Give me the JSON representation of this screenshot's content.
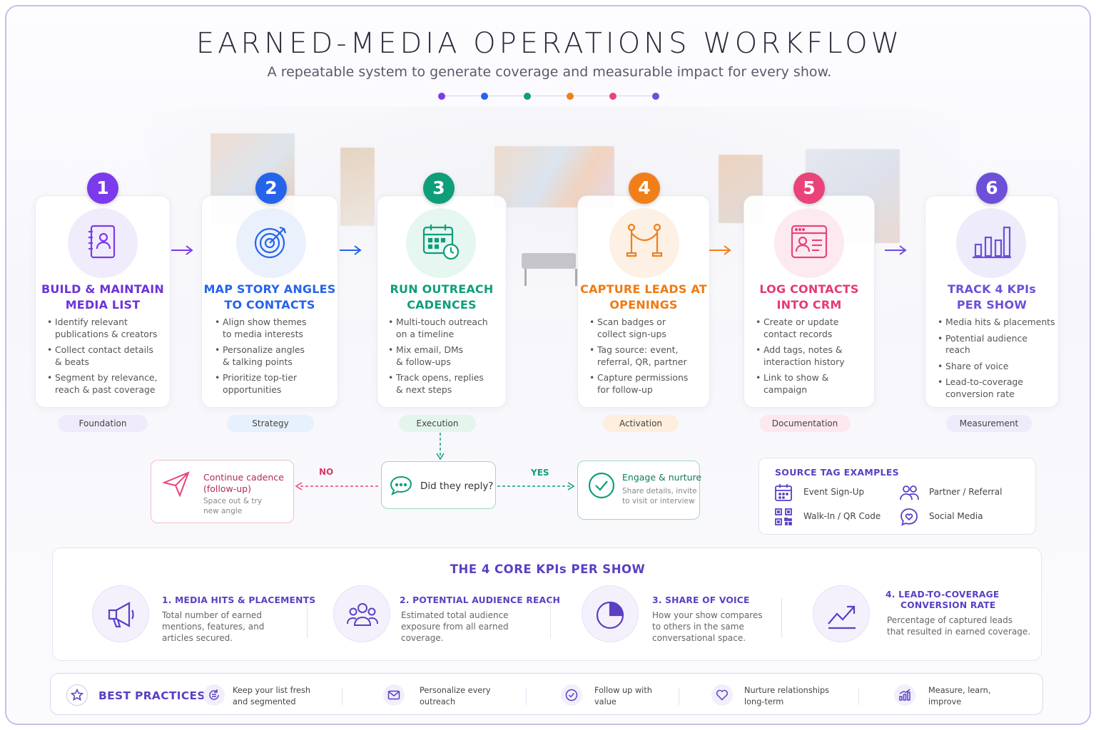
{
  "title": "EARNED-MEDIA OPERATIONS WORKFLOW",
  "subtitle": "A repeatable system to generate coverage and measurable impact for every show.",
  "colors": {
    "purple": "#7c3aed",
    "blue": "#2563eb",
    "green": "#0f9e7a",
    "orange": "#f07f1a",
    "pink": "#e9437a",
    "violet": "#6d4fd8"
  },
  "steps": [
    {
      "number": "1",
      "title_line1": "BUILD & MAINTAIN",
      "title_line2": "MEDIA LIST",
      "icon": "contact-book-icon",
      "bullets": [
        [
          "Identify relevant",
          "publications & creators"
        ],
        [
          "Collect contact details",
          "& beats"
        ],
        [
          "Segment by relevance,",
          "reach & past coverage"
        ]
      ],
      "tag": "Foundation"
    },
    {
      "number": "2",
      "title_line1": "MAP STORY ANGLES",
      "title_line2": "TO CONTACTS",
      "icon": "target-icon",
      "bullets": [
        [
          "Align show themes",
          "to media interests"
        ],
        [
          "Personalize angles",
          "& talking points"
        ],
        [
          "Prioritize top-tier",
          "opportunities"
        ]
      ],
      "tag": "Strategy"
    },
    {
      "number": "3",
      "title_line1": "RUN OUTREACH",
      "title_line2": "CADENCES",
      "icon": "calendar-clock-icon",
      "bullets": [
        [
          "Multi-touch outreach",
          "on a timeline"
        ],
        [
          "Mix email, DMs",
          "& follow-ups"
        ],
        [
          "Track opens, replies",
          "& next steps"
        ]
      ],
      "tag": "Execution"
    },
    {
      "number": "4",
      "title_line1": "CAPTURE LEADS AT",
      "title_line2": "OPENINGS",
      "icon": "stanchion-rope-icon",
      "bullets": [
        [
          "Scan badges or",
          "collect sign-ups"
        ],
        [
          "Tag source: event,",
          "referral, QR, partner"
        ],
        [
          "Capture permissions",
          "for follow-up"
        ]
      ],
      "tag": "Activation"
    },
    {
      "number": "5",
      "title_line1": "LOG CONTACTS",
      "title_line2": "INTO CRM",
      "icon": "crm-window-icon",
      "bullets": [
        [
          "Create or update",
          "contact records"
        ],
        [
          "Add tags, notes &",
          "interaction history"
        ],
        [
          "Link to show &",
          "campaign"
        ]
      ],
      "tag": "Documentation"
    },
    {
      "number": "6",
      "title_line1": "TRACK 4 KPIs",
      "title_line2": "PER SHOW",
      "icon": "bar-chart-icon",
      "bullets": [
        [
          "Media hits & placements"
        ],
        [
          "Potential audience",
          "reach"
        ],
        [
          "Share of voice"
        ],
        [
          "Lead-to-coverage",
          "conversion rate"
        ]
      ],
      "tag": "Measurement"
    }
  ],
  "decision": {
    "question": "Did they reply?",
    "no_label": "NO",
    "yes_label": "YES",
    "no_title_1": "Continue cadence",
    "no_title_2": "(follow-up)",
    "no_detail_1": "Space out & try",
    "no_detail_2": "new angle",
    "yes_title": "Engage & nurture",
    "yes_detail_1": "Share details, invite",
    "yes_detail_2": "to visit or interview"
  },
  "source_tags": {
    "title": "SOURCE TAG EXAMPLES",
    "items": [
      "Event Sign-Up",
      "Partner / Referral",
      "Walk-In / QR Code",
      "Social Media"
    ]
  },
  "kpis": {
    "heading": "THE  4  CORE KPIs PER SHOW",
    "items": [
      {
        "title_1": "1.  MEDIA HITS & PLACEMENTS",
        "title_2": "",
        "desc": [
          "Total number of earned",
          "mentions, features, and",
          "articles secured."
        ],
        "icon": "megaphone-icon"
      },
      {
        "title_1": "2.  POTENTIAL AUDIENCE REACH",
        "title_2": "",
        "desc": [
          "Estimated total audience",
          "exposure from all earned",
          "coverage."
        ],
        "icon": "audience-group-icon"
      },
      {
        "title_1": "3.  SHARE OF VOICE",
        "title_2": "",
        "desc": [
          "How your show compares",
          "to others in the same",
          "conversational space."
        ],
        "icon": "pie-chart-icon"
      },
      {
        "title_1": "4.  LEAD-TO-COVERAGE",
        "title_2": "CONVERSION RATE",
        "desc": [
          "Percentage of captured leads",
          "that resulted in earned coverage."
        ],
        "icon": "trend-up-icon"
      }
    ]
  },
  "best_practices": {
    "title": "BEST PRACTICES",
    "items": [
      {
        "line1": "Keep your list fresh",
        "line2": "and segmented",
        "icon": "refresh-list-icon"
      },
      {
        "line1": "Personalize every",
        "line2": "outreach",
        "icon": "envelope-icon"
      },
      {
        "line1": "Follow up with",
        "line2": "value",
        "icon": "check-circle-icon"
      },
      {
        "line1": "Nurture relationships",
        "line2": "long-term",
        "icon": "heart-icon"
      },
      {
        "line1": "Measure, learn,",
        "line2": "improve",
        "icon": "growth-chart-icon"
      }
    ]
  }
}
